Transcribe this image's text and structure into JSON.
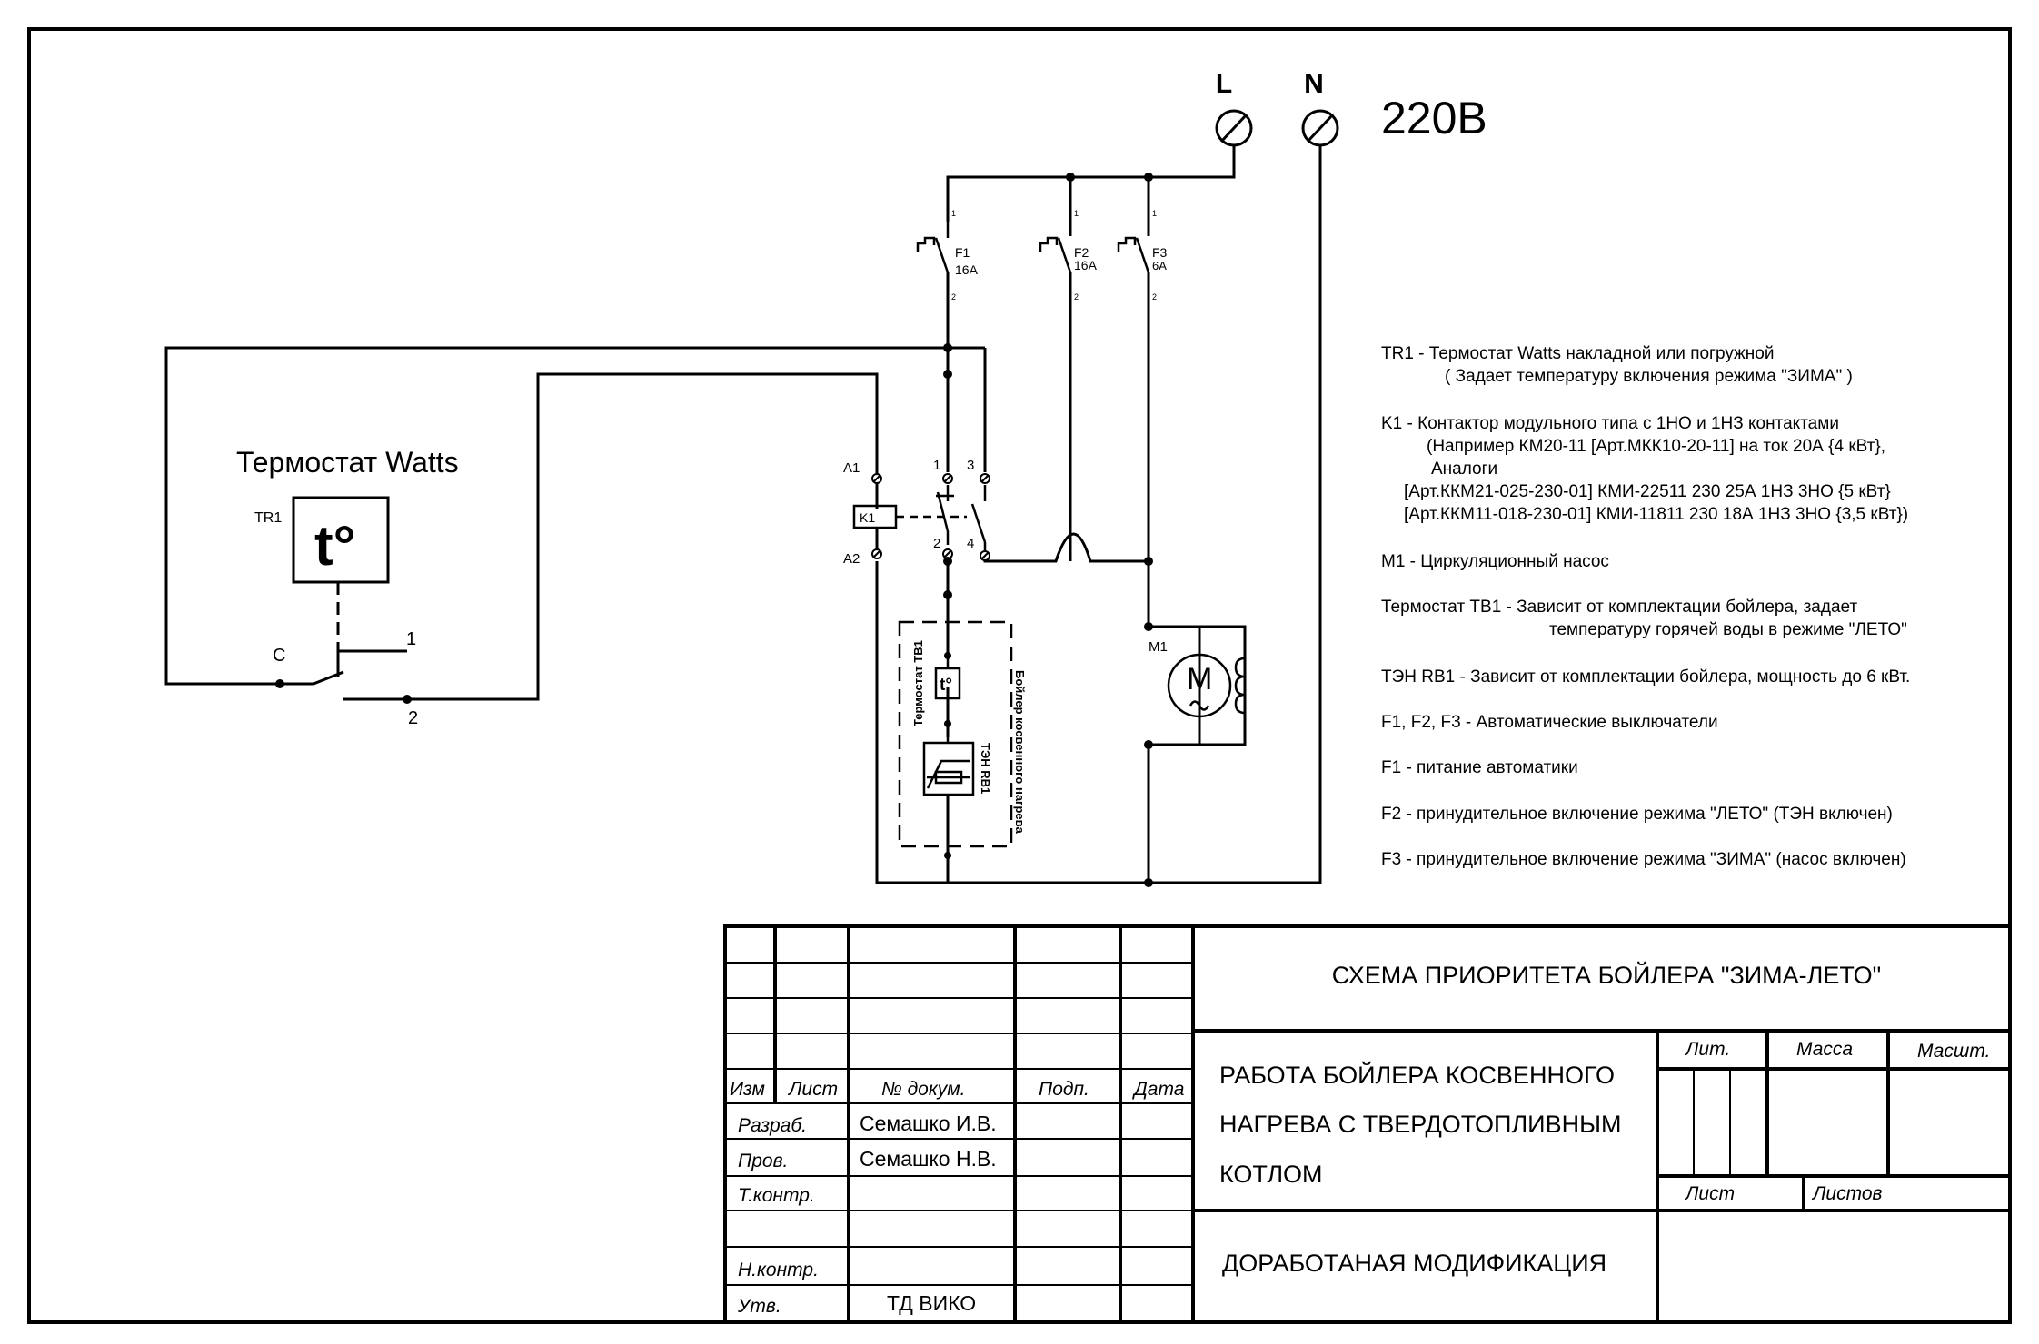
{
  "supply": {
    "l_label": "L",
    "n_label": "N",
    "voltage": "220В"
  },
  "breakers": [
    {
      "name": "F1",
      "rating": "16A",
      "pin_top": "1",
      "pin_bottom": "2"
    },
    {
      "name": "F2",
      "rating": "16A",
      "pin_top": "1",
      "pin_bottom": "2"
    },
    {
      "name": "F3",
      "rating": "6A",
      "pin_top": "1",
      "pin_bottom": "2"
    }
  ],
  "contactor": {
    "name": "K1",
    "coil_a1": "A1",
    "coil_a2": "A2",
    "contact_1": "1",
    "contact_2": "2",
    "contact_3": "3",
    "contact_4": "4"
  },
  "thermostat_tr1": {
    "title": "Термостат Watts",
    "ref": "TR1",
    "symbol": "t°",
    "common": "C",
    "out1": "1",
    "out2": "2"
  },
  "boiler": {
    "label": "Бойлер косвенного нагрева",
    "thermostat_label": "Термостат ТВ1",
    "symbol": "t°",
    "heater_label": "ТЭН RB1"
  },
  "pump": {
    "ref": "M1",
    "symbol": "M"
  },
  "legend": [
    "TR1 - Термостат Watts накладной или погружной",
    "( Задает температуру включения режима \"ЗИМА\" )",
    "K1 - Контактор модульного типа с 1НО и 1НЗ контактами",
    "(Например КМ20-11 [Арт.МКК10-20-11] на ток 20А {4 кВт},",
    "Аналоги",
    "[Арт.ККМ21-025-230-01] КМИ-22511 230 25А 1НЗ 3НО {5 кВт}",
    "[Арт.ККМ11-018-230-01] КМИ-11811 230 18А 1НЗ 3НО {3,5 кВт})",
    "M1 - Циркуляционный насос",
    "Термостат ТВ1 - Зависит от комплектации бойлера, задает",
    "температуру горячей воды в режиме \"ЛЕТО\"",
    "ТЭН RB1 - Зависит от комплектации бойлера, мощность до 6 кВт.",
    "F1, F2, F3 - Автоматические выключатели",
    "F1 - питание автоматики",
    "F2 - принудительное включение режима \"ЛЕТО\" (ТЭН включен)",
    "F3 - принудительное включение режима \"ЗИМА\" (насос включен)"
  ],
  "title_block": {
    "col_izm": "Изм",
    "col_list": "Лист",
    "col_docnum": "№ докум.",
    "col_sign": "Подп.",
    "col_date": "Дата",
    "row_razrab": "Разраб.",
    "razrab_name": "Семашко И.В.",
    "row_prov": "Пров.",
    "prov_name": "Семашко Н.В.",
    "row_tkontr": "Т.контр.",
    "row_nkontr": "Н.контр.",
    "row_utv": "Утв.",
    "utv_name": "ТД ВИКО",
    "title": "СХЕМА ПРИОРИТЕТА БОЙЛЕРА \"ЗИМА-ЛЕТО\"",
    "subtitle_1": "РАБОТА БОЙЛЕРА КОСВЕННОГО",
    "subtitle_2": "НАГРЕВА С ТВЕРДОТОПЛИВНЫМ",
    "subtitle_3": "КОТЛОМ",
    "lit": "Лит.",
    "massa": "Масса",
    "masht": "Масшт.",
    "sheet": "Лист",
    "sheets": "Листов",
    "modification": "ДОРАБОТАНАЯ МОДИФИКАЦИЯ"
  }
}
